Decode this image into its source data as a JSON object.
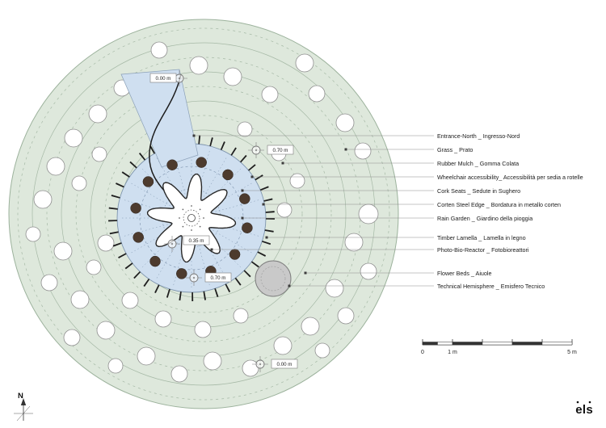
{
  "legend": {
    "items": [
      {
        "label": "Entrance-North _ Ingresso-Nord"
      },
      {
        "label": "Grass _ Prato"
      },
      {
        "label": "Rubber Mulch _ Gomma Colata"
      },
      {
        "label": "Wheelchair accessibility_ Accessibilità per sedia a rotelle"
      },
      {
        "label": "Cork Seats _ Sedute in Sughero"
      },
      {
        "label": "Corten Steel Edge _ Bordatura in metallo corten"
      },
      {
        "label": "Rain Garden _ Giardino della pioggia"
      },
      {
        "label": "Timber Lamella _ Lamella in legno"
      },
      {
        "label": "Photo-Bio-Reactor _ Fotobioreattori"
      },
      {
        "label": "Flower Beds _ Aiuole"
      },
      {
        "label": "Technical Hemisphere _ Emisfero Tecnico"
      }
    ]
  },
  "elevations": [
    {
      "value": "0.00 m"
    },
    {
      "value": "0.70 m"
    },
    {
      "value": "0.35 m"
    },
    {
      "value": "0.70 m"
    },
    {
      "value": "0.00 m"
    }
  ],
  "scale_bar": {
    "zero": "0",
    "one": "1 m",
    "five": "5 m"
  },
  "compass": {
    "north_label": "N"
  },
  "logo": {
    "text": "els"
  },
  "colors": {
    "grass": "#dee8dc",
    "rain_garden": "#cfdff0",
    "cork_seat": "#4d3b2e",
    "hemisphere": "#c9c9c9"
  }
}
